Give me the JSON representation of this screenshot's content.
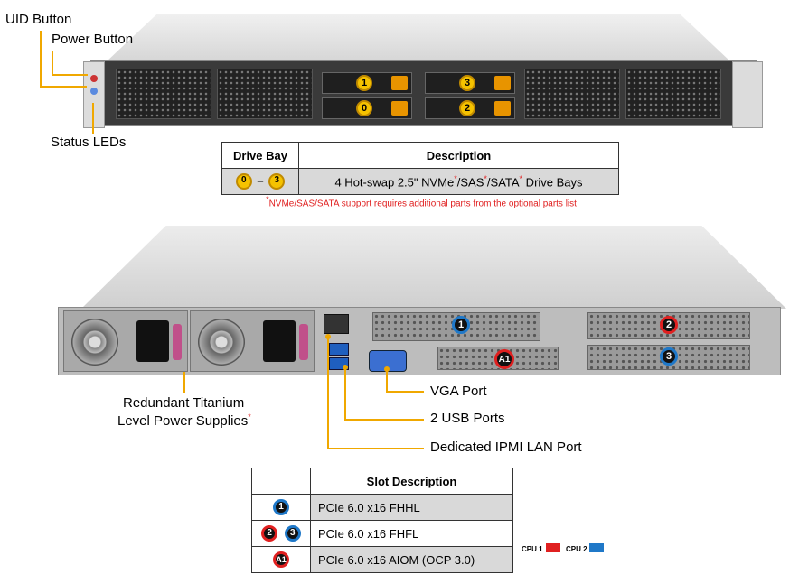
{
  "front_labels": {
    "uid_button": "UID Button",
    "power_button": "Power Button",
    "status_leds": "Status LEDs"
  },
  "front_drive_badges": [
    "1",
    "0",
    "3",
    "2"
  ],
  "drive_table": {
    "headers": [
      "Drive Bay",
      "Description"
    ],
    "bay_from": "0",
    "bay_dash": "–",
    "bay_to": "3",
    "description_parts": [
      "4 Hot-swap 2.5\" NVMe",
      "/SAS",
      "/SATA",
      " Drive Bays"
    ],
    "footnote": "NVMe/SAS/SATA support requires additional parts from the optional parts list"
  },
  "rear_labels": {
    "psu": [
      "Redundant Titanium",
      "Level Power Supplies"
    ],
    "vga": "VGA Port",
    "usb": "2 USB Ports",
    "ipmi": "Dedicated IPMI LAN Port"
  },
  "rear_slot_badges": {
    "s1": "1",
    "s2": "2",
    "s3": "3",
    "a1": "A1"
  },
  "slot_table": {
    "header": "Slot Description",
    "rows": [
      {
        "badges": [
          "1"
        ],
        "desc": "PCIe 6.0 x16 FHHL"
      },
      {
        "badges": [
          "2",
          "3"
        ],
        "desc": "PCIe 6.0 x16 FHFL"
      },
      {
        "badges": [
          "A1"
        ],
        "desc": "PCIe 6.0 x16 AIOM (OCP 3.0)"
      }
    ]
  },
  "cpu_legend": {
    "cpu1": "CPU 1",
    "cpu1_color": "#e02020",
    "cpu2": "CPU 2",
    "cpu2_color": "#1f78c8"
  },
  "colors": {
    "callout": "#f0a800",
    "drive_badge": "#f5c200",
    "asterisk": "#e02020"
  }
}
